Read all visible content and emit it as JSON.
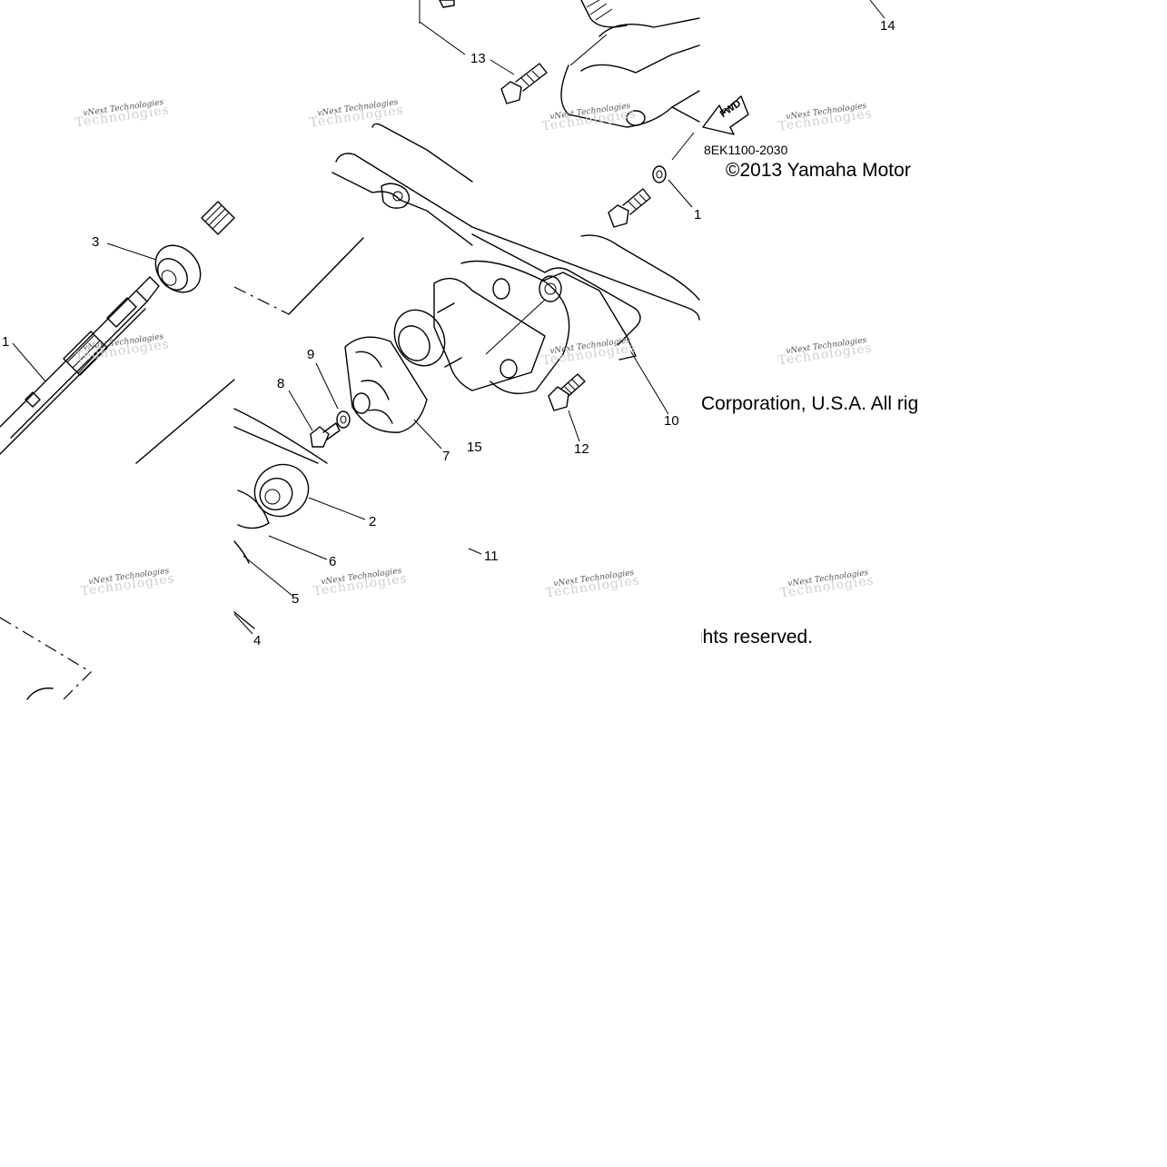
{
  "diagram": {
    "ref_code": "8EK1100-2030",
    "fwd_label": "FWD",
    "copyright": {
      "line1": "©2013 Yamaha Motor",
      "line2": "Corporation, U.S.A. All rig",
      "line3": "ghts reserved."
    },
    "watermark": {
      "line1": "vNext Technologies",
      "line2": "Technologies"
    },
    "callouts": {
      "c1": "1",
      "c2": "2",
      "c3": "3",
      "c4": "4",
      "c5": "5",
      "c6": "6",
      "c7": "7",
      "c8": "8",
      "c9": "9",
      "c10": "10",
      "c11": "11",
      "c12": "12",
      "c13": "13",
      "c14": "14",
      "c15": "15",
      "c16": "1"
    }
  }
}
